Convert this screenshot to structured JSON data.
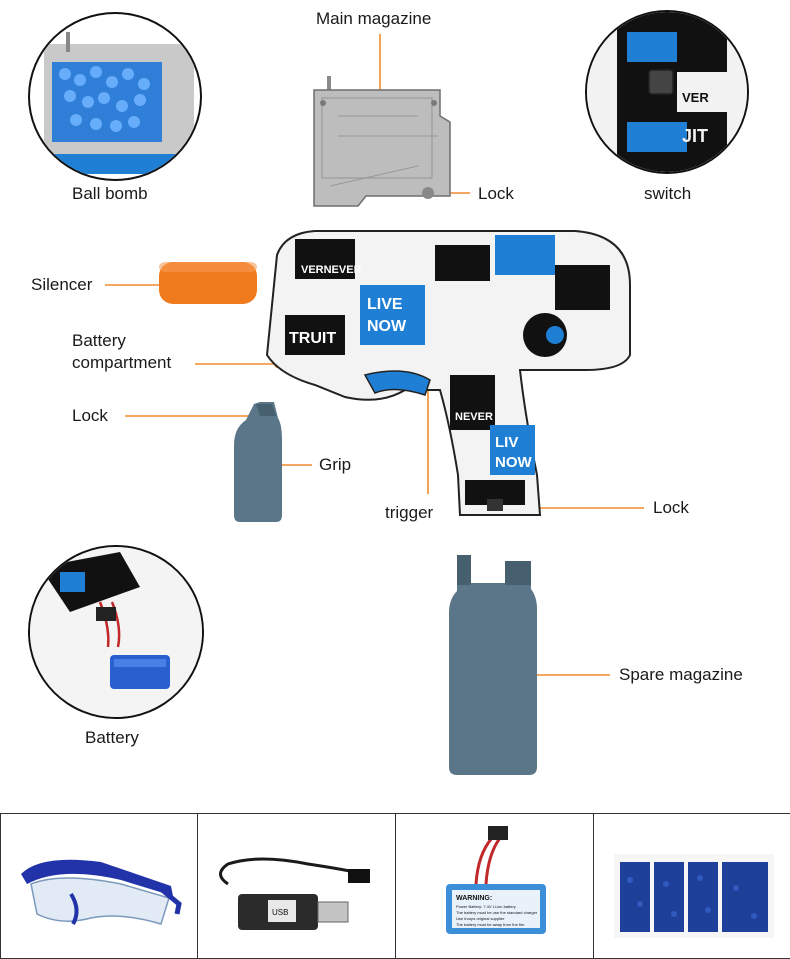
{
  "labels": {
    "main_magazine": "Main magazine",
    "ball_bomb": "Ball bomb",
    "lock_top": "Lock",
    "switch": "switch",
    "silencer": "Silencer",
    "battery_compartment": "Battery compartment",
    "lock_left": "Lock",
    "grip": "Grip",
    "trigger": "trigger",
    "lock_right": "Lock",
    "spare_magazine": "Spare magazine",
    "battery": "Battery"
  },
  "gun_texts": {
    "t1": "VERNEVER",
    "t2": "LIVE",
    "t3": "NOW",
    "t4": "TRUIT",
    "t5": "LIV",
    "t6": "NOW",
    "t7": "NEVER"
  },
  "switch_texts": {
    "s1": "VER",
    "s2": "JIT"
  },
  "accessory_texts": {
    "usb_label": "USB",
    "warning_title": "WARNING:",
    "warning_line1": "Power Battery: 7.4V Li-ion battery",
    "warning_line2": "The battery must be use the standard charger",
    "warning_line3": "Use troops original supplier",
    "warning_line4": "The battery must be away from the fire"
  },
  "colors": {
    "accent_orange": "#f08a2c",
    "gun_blue": "#1f7fd4",
    "magazine_slate": "#5b7688",
    "silencer_orange": "#f07a1e",
    "beads_blue": "#1e3f9a"
  }
}
